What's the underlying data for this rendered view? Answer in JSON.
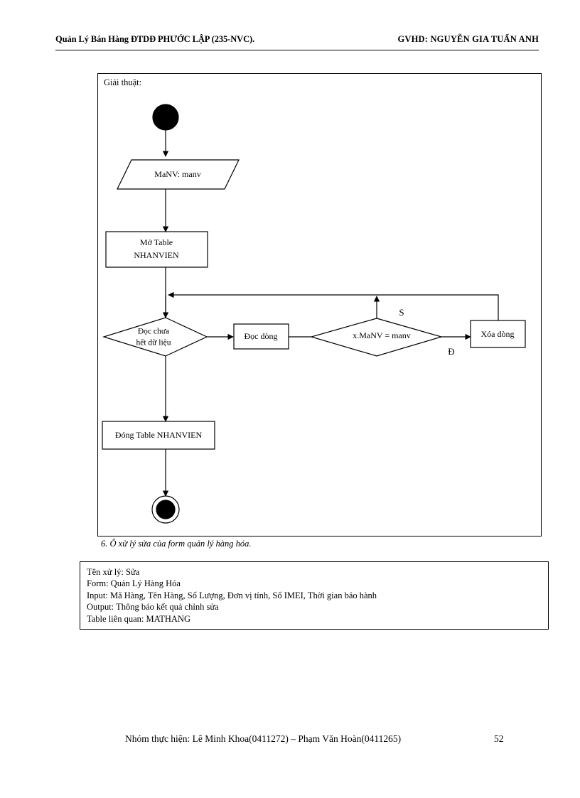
{
  "header": {
    "left": "Quản Lý Bán Hàng ĐTDĐ PHƯỚC LẬP (235-NVC).",
    "right": "GVHD:  NGUYỄN  GIA TUẤN ANH"
  },
  "chart": {
    "label": "Giải thuật:",
    "nodes": {
      "start": "",
      "input": "MaNV: manv",
      "open_table_line1": "Mở Table",
      "open_table_line2": "NHANVIEN",
      "decision_read_line1": "Đọc chưa",
      "decision_read_line2": "hết dữ liệu",
      "read_row": "Đọc dòng",
      "decision_match": "x.MaNV  =  manv",
      "delete_row": "Xóa dòng",
      "close_table": "Đóng Table NHANVIEN",
      "end": ""
    },
    "edge_labels": {
      "match_false": "S",
      "match_true": "Đ"
    }
  },
  "caption": "6. Ô xử lý sửa của form quản lý hàng hóa.",
  "info_box": {
    "lines": [
      "Tên xử lý: Sửa",
      "Form: Quản Lý Hàng Hóa",
      "Input: Mã Hàng, Tên Hàng, Số Lượng, Đơn vị tính, Số IMEI, Thời gian bảo hành",
      "Output: Thông báo kết quả chỉnh sửa",
      "Table liên quan: MATHANG"
    ]
  },
  "footer": {
    "text": "Nhóm thực hiện: Lê Minh Khoa(0411272) – Phạm Văn Hoàn(0411265)",
    "page": "52"
  }
}
